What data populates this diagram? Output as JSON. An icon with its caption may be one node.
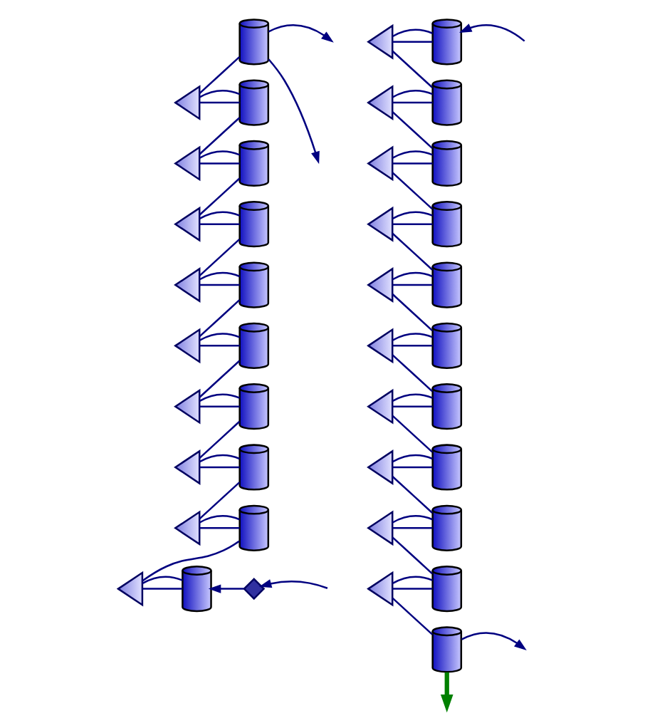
{
  "diagram": {
    "nodes": [
      {
        "text": [],
        "shape": "cylinder"
      },
      {
        "text": [],
        "shape": "triangle"
      },
      {
        "text": [],
        "shape": "cylinder"
      },
      {
        "text": [],
        "shape": "triangle"
      },
      {
        "text": [],
        "shape": "cylinder"
      },
      {
        "text": [],
        "shape": "triangle"
      },
      {
        "text": [],
        "shape": "cylinder"
      },
      {
        "text": [],
        "shape": "triangle"
      },
      {
        "text": [],
        "shape": "cylinder"
      },
      {
        "text": [],
        "shape": "triangle"
      },
      {
        "text": [],
        "shape": "cylinder"
      },
      {
        "text": [],
        "shape": "triangle"
      },
      {
        "text": [],
        "shape": "cylinder"
      },
      {
        "text": [],
        "shape": "triangle"
      },
      {
        "text": [],
        "shape": "cylinder"
      },
      {
        "text": [],
        "shape": "triangle"
      },
      {
        "text": [],
        "shape": "cylinder"
      },
      {
        "text": [],
        "shape": "triangle"
      },
      {
        "text": [],
        "shape": "cylinder"
      },
      {
        "text": [],
        "shape": "valve"
      },
      {
        "text": [],
        "shape": "triangle"
      },
      {
        "text": [],
        "shape": "cylinder"
      },
      {
        "text": [],
        "shape": "triangle"
      },
      {
        "text": [],
        "shape": "cylinder"
      },
      {
        "text": [],
        "shape": "triangle"
      },
      {
        "text": [],
        "shape": "cylinder"
      },
      {
        "text": [],
        "shape": "triangle"
      },
      {
        "text": [],
        "shape": "cylinder"
      },
      {
        "text": [],
        "shape": "triangle"
      },
      {
        "text": [],
        "shape": "cylinder"
      },
      {
        "text": [],
        "shape": "triangle"
      },
      {
        "text": [],
        "shape": "cylinder"
      },
      {
        "text": [],
        "shape": "triangle"
      },
      {
        "text": [],
        "shape": "cylinder"
      },
      {
        "text": [],
        "shape": "triangle"
      },
      {
        "text": [],
        "shape": "cylinder"
      },
      {
        "text": [],
        "shape": "triangle"
      },
      {
        "text": [],
        "shape": "cylinder"
      },
      {
        "text": [],
        "shape": "triangle"
      },
      {
        "text": [],
        "shape": "cylinder"
      },
      {
        "text": [],
        "shape": "cylinder"
      }
    ],
    "edges": [
      {
        "from": 0,
        "to": null,
        "arrow": "to"
      },
      {
        "from": 0,
        "to": null,
        "arrow": "to"
      },
      {
        "from": 1,
        "to": 2,
        "arrow": "none"
      },
      {
        "from": 2,
        "to": 1,
        "arrow": "none"
      },
      {
        "from": 0,
        "to": 1,
        "arrow": "none"
      },
      {
        "from": 3,
        "to": 4,
        "arrow": "none"
      },
      {
        "from": 4,
        "to": 3,
        "arrow": "none"
      },
      {
        "from": 2,
        "to": 3,
        "arrow": "none"
      },
      {
        "from": 5,
        "to": 6,
        "arrow": "none"
      },
      {
        "from": 6,
        "to": 5,
        "arrow": "none"
      },
      {
        "from": 4,
        "to": 5,
        "arrow": "none"
      },
      {
        "from": 7,
        "to": 8,
        "arrow": "none"
      },
      {
        "from": 8,
        "to": 7,
        "arrow": "none"
      },
      {
        "from": 6,
        "to": 7,
        "arrow": "none"
      },
      {
        "from": 9,
        "to": 10,
        "arrow": "none"
      },
      {
        "from": 10,
        "to": 9,
        "arrow": "none"
      },
      {
        "from": 8,
        "to": 9,
        "arrow": "none"
      },
      {
        "from": 11,
        "to": 12,
        "arrow": "none"
      },
      {
        "from": 12,
        "to": 11,
        "arrow": "none"
      },
      {
        "from": 10,
        "to": 11,
        "arrow": "none"
      },
      {
        "from": 13,
        "to": 14,
        "arrow": "none"
      },
      {
        "from": 14,
        "to": 13,
        "arrow": "none"
      },
      {
        "from": 12,
        "to": 13,
        "arrow": "none"
      },
      {
        "from": 15,
        "to": 16,
        "arrow": "none"
      },
      {
        "from": 16,
        "to": 15,
        "arrow": "none"
      },
      {
        "from": 14,
        "to": 15,
        "arrow": "none"
      },
      {
        "from": 17,
        "to": 18,
        "arrow": "none"
      },
      {
        "from": 18,
        "to": 17,
        "arrow": "none"
      },
      {
        "from": 16,
        "to": 17,
        "arrow": "none"
      },
      {
        "from": 19,
        "to": 18,
        "arrow": "to"
      },
      {
        "from": null,
        "to": 19,
        "arrow": "to"
      },
      {
        "from": null,
        "to": 21,
        "arrow": "to"
      },
      {
        "from": 20,
        "to": 21,
        "arrow": "none"
      },
      {
        "from": 21,
        "to": 20,
        "arrow": "none"
      },
      {
        "from": 23,
        "to": 20,
        "arrow": "none"
      },
      {
        "from": 22,
        "to": 23,
        "arrow": "none"
      },
      {
        "from": 23,
        "to": 22,
        "arrow": "none"
      },
      {
        "from": 25,
        "to": 22,
        "arrow": "none"
      },
      {
        "from": 24,
        "to": 25,
        "arrow": "none"
      },
      {
        "from": 25,
        "to": 24,
        "arrow": "none"
      },
      {
        "from": 27,
        "to": 24,
        "arrow": "none"
      },
      {
        "from": 26,
        "to": 27,
        "arrow": "none"
      },
      {
        "from": 27,
        "to": 26,
        "arrow": "none"
      },
      {
        "from": 29,
        "to": 26,
        "arrow": "none"
      },
      {
        "from": 28,
        "to": 29,
        "arrow": "none"
      },
      {
        "from": 29,
        "to": 28,
        "arrow": "none"
      },
      {
        "from": 31,
        "to": 28,
        "arrow": "none"
      },
      {
        "from": 30,
        "to": 31,
        "arrow": "none"
      },
      {
        "from": 31,
        "to": 30,
        "arrow": "none"
      },
      {
        "from": 33,
        "to": 30,
        "arrow": "none"
      },
      {
        "from": 32,
        "to": 33,
        "arrow": "none"
      },
      {
        "from": 33,
        "to": 32,
        "arrow": "none"
      },
      {
        "from": 35,
        "to": 32,
        "arrow": "none"
      },
      {
        "from": 34,
        "to": 35,
        "arrow": "none"
      },
      {
        "from": 35,
        "to": 34,
        "arrow": "none"
      },
      {
        "from": 37,
        "to": 34,
        "arrow": "none"
      },
      {
        "from": 36,
        "to": 37,
        "arrow": "none"
      },
      {
        "from": 37,
        "to": 36,
        "arrow": "none"
      },
      {
        "from": 39,
        "to": 36,
        "arrow": "none"
      },
      {
        "from": 38,
        "to": 39,
        "arrow": "none"
      },
      {
        "from": 39,
        "to": 38,
        "arrow": "none"
      },
      {
        "from": 40,
        "to": 38,
        "arrow": "none"
      },
      {
        "from": 40,
        "to": null,
        "arrow": "to"
      },
      {
        "from": 40,
        "to": null,
        "arrow": "to",
        "style": "thick",
        "color": "#008000"
      }
    ]
  }
}
